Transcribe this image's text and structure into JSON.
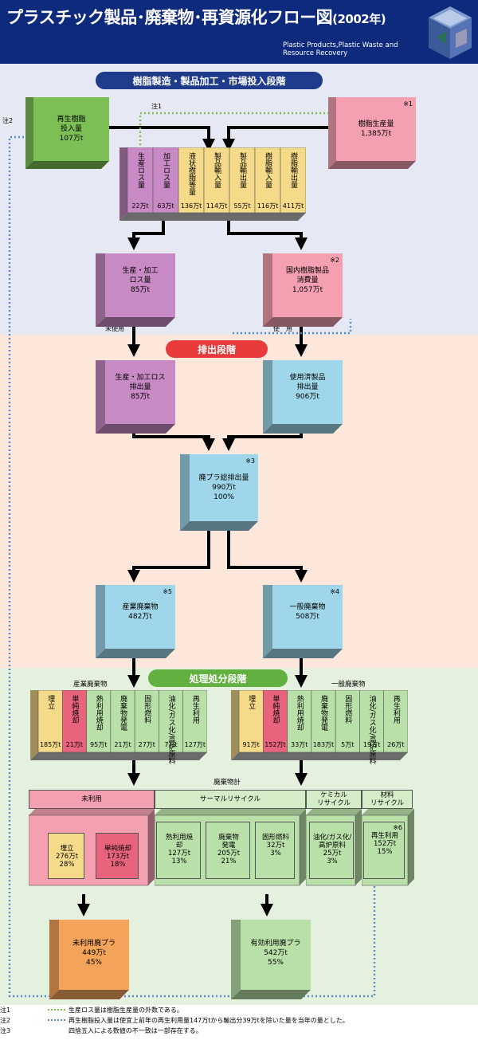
{
  "header": {
    "title": "プラスチック製品･廃棄物･再資源化フロー図",
    "title_year": "(2002年)",
    "subtitle": "Plastic Products,Plastic Waste and Resource Recovery"
  },
  "stages": {
    "market": "樹脂製造・製品加工・市場投入段階",
    "discharge": "排出段階",
    "process": "処理処分段階"
  },
  "boxes": {
    "recycled_input": {
      "label": "再生樹脂\n投入量",
      "value": "107万t"
    },
    "resin_production": {
      "mark": "※1",
      "label": "樹脂生産量",
      "value": "1,385万t"
    },
    "loss": {
      "label": "生産・加工\nロス量",
      "value": "85万t"
    },
    "domestic": {
      "mark": "※2",
      "label": "国内樹脂製品\n消費量",
      "value": "1,057万t"
    },
    "loss_discharge": {
      "label": "生産・加工ロス\n排出量",
      "value": "85万t"
    },
    "used_products": {
      "label": "使用済製品\n排出量",
      "value": "906万t"
    },
    "total_waste": {
      "mark": "※3",
      "label": "廃プラ総排出量",
      "value": "990万t",
      "pct": "100%"
    },
    "industrial": {
      "mark": "※5",
      "label": "産業廃棄物",
      "value": "482万t"
    },
    "general": {
      "mark": "※4",
      "label": "一般廃棄物",
      "value": "508万t"
    },
    "unused_total": {
      "label": "未利用廃プラ",
      "value": "449万t",
      "pct": "45%"
    },
    "effective_total": {
      "label": "有効利用廃プラ",
      "value": "542万t",
      "pct": "55%"
    }
  },
  "market_table": [
    {
      "label": "生産ロス量",
      "value": "22万t",
      "color": "#c88ac4"
    },
    {
      "label": "加工ロス量",
      "value": "63万t",
      "color": "#c88ac4"
    },
    {
      "label": "液状樹脂等量",
      "value": "136万t",
      "color": "#f5da8a"
    },
    {
      "label": "製品輸入量",
      "value": "114万t",
      "color": "#f5da8a"
    },
    {
      "label": "製品輸出量",
      "value": "55万t",
      "color": "#f5da8a"
    },
    {
      "label": "樹脂輸入量",
      "value": "116万t",
      "color": "#f5da8a"
    },
    {
      "label": "樹脂輸出量",
      "value": "411万t",
      "color": "#f5da8a"
    }
  ],
  "industrial_table": {
    "title": "産業廃棄物",
    "cells": [
      {
        "label": "埋立",
        "value": "185万t",
        "color": "#f5da8a"
      },
      {
        "label": "単純焼却",
        "value": "21万t",
        "color": "#e8647c"
      },
      {
        "label": "熱利用焼却",
        "value": "95万t",
        "color": "#b9e0a8"
      },
      {
        "label": "廃棄物発電",
        "value": "21万t",
        "color": "#b9e0a8"
      },
      {
        "label": "固形燃料",
        "value": "27万t",
        "color": "#b9e0a8"
      },
      {
        "label": "油化/ガス化/高炉原料",
        "value": "7万t",
        "color": "#b9e0a8"
      },
      {
        "label": "再生利用",
        "value": "127万t",
        "color": "#b9e0a8"
      }
    ]
  },
  "general_table": {
    "title": "一般廃棄物",
    "cells": [
      {
        "label": "埋立",
        "value": "91万t",
        "color": "#f5da8a"
      },
      {
        "label": "単純焼却",
        "value": "152万t",
        "color": "#e8647c"
      },
      {
        "label": "熱利用焼却",
        "value": "33万t",
        "color": "#b9e0a8"
      },
      {
        "label": "廃棄物発電",
        "value": "183万t",
        "color": "#b9e0a8"
      },
      {
        "label": "固形燃料",
        "value": "5万t",
        "color": "#b9e0a8"
      },
      {
        "label": "油化/ガス化/高炉原料",
        "value": "19万t",
        "color": "#b9e0a8"
      },
      {
        "label": "再生利用",
        "value": "26万t",
        "color": "#b9e0a8"
      }
    ]
  },
  "totals": {
    "title": "廃棄物計",
    "headers": {
      "unused": "未利用",
      "thermal": "サーマルリサイクル",
      "chemical": "ケミカル\nリサイクル",
      "material": "材料\nリサイクル"
    },
    "items": {
      "landfill": {
        "label": "埋立",
        "value": "276万t",
        "pct": "28%"
      },
      "incineration": {
        "label": "単純焼却",
        "value": "173万t",
        "pct": "18%"
      },
      "heat": {
        "label": "熱利用焼\n却",
        "value": "127万t",
        "pct": "13%"
      },
      "power": {
        "label": "廃棄物\n発電",
        "value": "205万t",
        "pct": "21%"
      },
      "rdf": {
        "label": "固形燃料",
        "value": "32万t",
        "pct": "3%"
      },
      "chem": {
        "label": "油化/ガス化/\n高炉原料",
        "value": "25万t",
        "pct": "3%"
      },
      "mat": {
        "mark": "※6",
        "label": "再生利用",
        "value": "152万t",
        "pct": "15%"
      }
    }
  },
  "tags": {
    "note1": "注1",
    "note2": "注2",
    "unused_flow": "未使用",
    "used_flow": "使　用"
  },
  "notes": [
    {
      "key": "注1",
      "text": "生産ロス量は樹脂生産量の外数である。"
    },
    {
      "key": "注2",
      "text": "再生樹脂投入量は使宜上前年の再生利用量147万tから輸出分39万tを除いた量を当年の量とした。"
    },
    {
      "key": "注3",
      "text": "四捨五入による数値の不一致は一部存在する。"
    }
  ],
  "colors": {
    "navy": "#0e2a7c",
    "purple": "#c88ac4",
    "pink": "#f4a0b0",
    "blue": "#9fd6ea",
    "green": "#7cc055",
    "orange": "#f4a35a",
    "stage_blue": "#1f3c8c",
    "stage_red": "#e83a3a",
    "stage_green": "#62b040"
  }
}
